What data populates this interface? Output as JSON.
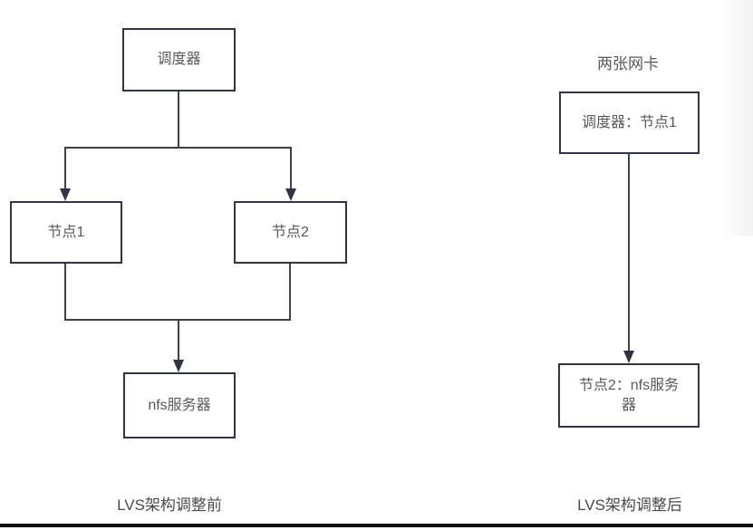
{
  "colors": {
    "page_bg": "#ffffff",
    "box_border": "#2f3542",
    "box_fill": "#ffffff",
    "box_text": "#595959",
    "connector": "#3b4049",
    "arrow": "#2f3542",
    "caption_text": "#4a4a4a",
    "bottom_rule": "#0d0d0d"
  },
  "diagram_before": {
    "caption": "LVS架构调整前",
    "nodes": {
      "scheduler": {
        "label": "调度器"
      },
      "node1": {
        "label": "节点1"
      },
      "node2": {
        "label": "节点2"
      },
      "nfs_server": {
        "label": "nfs服务器"
      }
    }
  },
  "diagram_after": {
    "annotation": "两张网卡",
    "caption": "LVS架构调整后",
    "nodes": {
      "scheduler_node1": {
        "label": "调度器：节点1"
      },
      "node2_nfs_server": {
        "label": "节点2：nfs服务器"
      }
    }
  }
}
